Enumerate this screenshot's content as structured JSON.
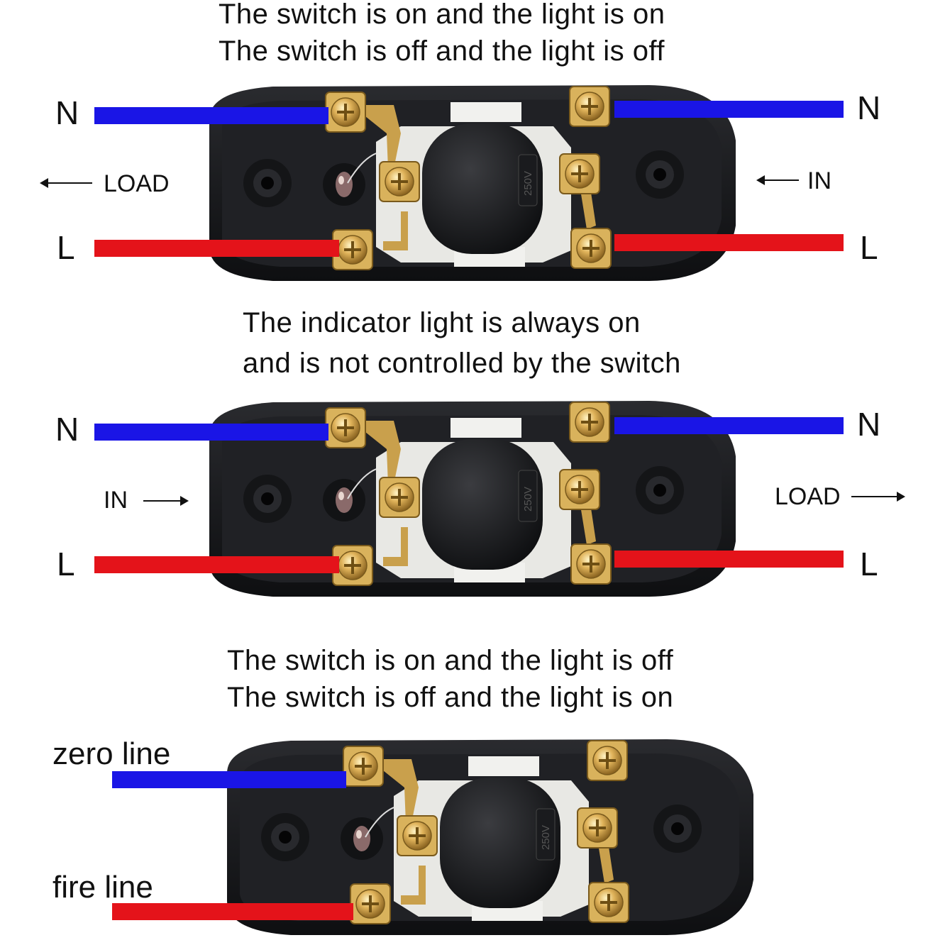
{
  "colors": {
    "neutral_wire": "#1a15e6",
    "live_wire": "#e4131a",
    "housing": "#1b1c1f"
  },
  "sections": [
    {
      "caption_line1": "The switch is on and the light is on",
      "caption_line2": "The switch is off and the light is off",
      "left_n": "N",
      "left_l": "L",
      "right_n": "N",
      "right_l": "L",
      "left_flow": "LOAD",
      "right_flow": "IN",
      "switch_marking": "250V"
    },
    {
      "caption_line1": "The indicator light is always on",
      "caption_line2": "and is not controlled by the switch",
      "left_n": "N",
      "left_l": "L",
      "right_n": "N",
      "right_l": "L",
      "left_flow": "IN",
      "right_flow": "LOAD",
      "switch_marking": "250V"
    },
    {
      "caption_line1": "The switch is on and the light is off",
      "caption_line2": "The switch is off and the light is on",
      "neutral_label": "zero line",
      "live_label": "fire line",
      "switch_marking": "250V"
    }
  ]
}
